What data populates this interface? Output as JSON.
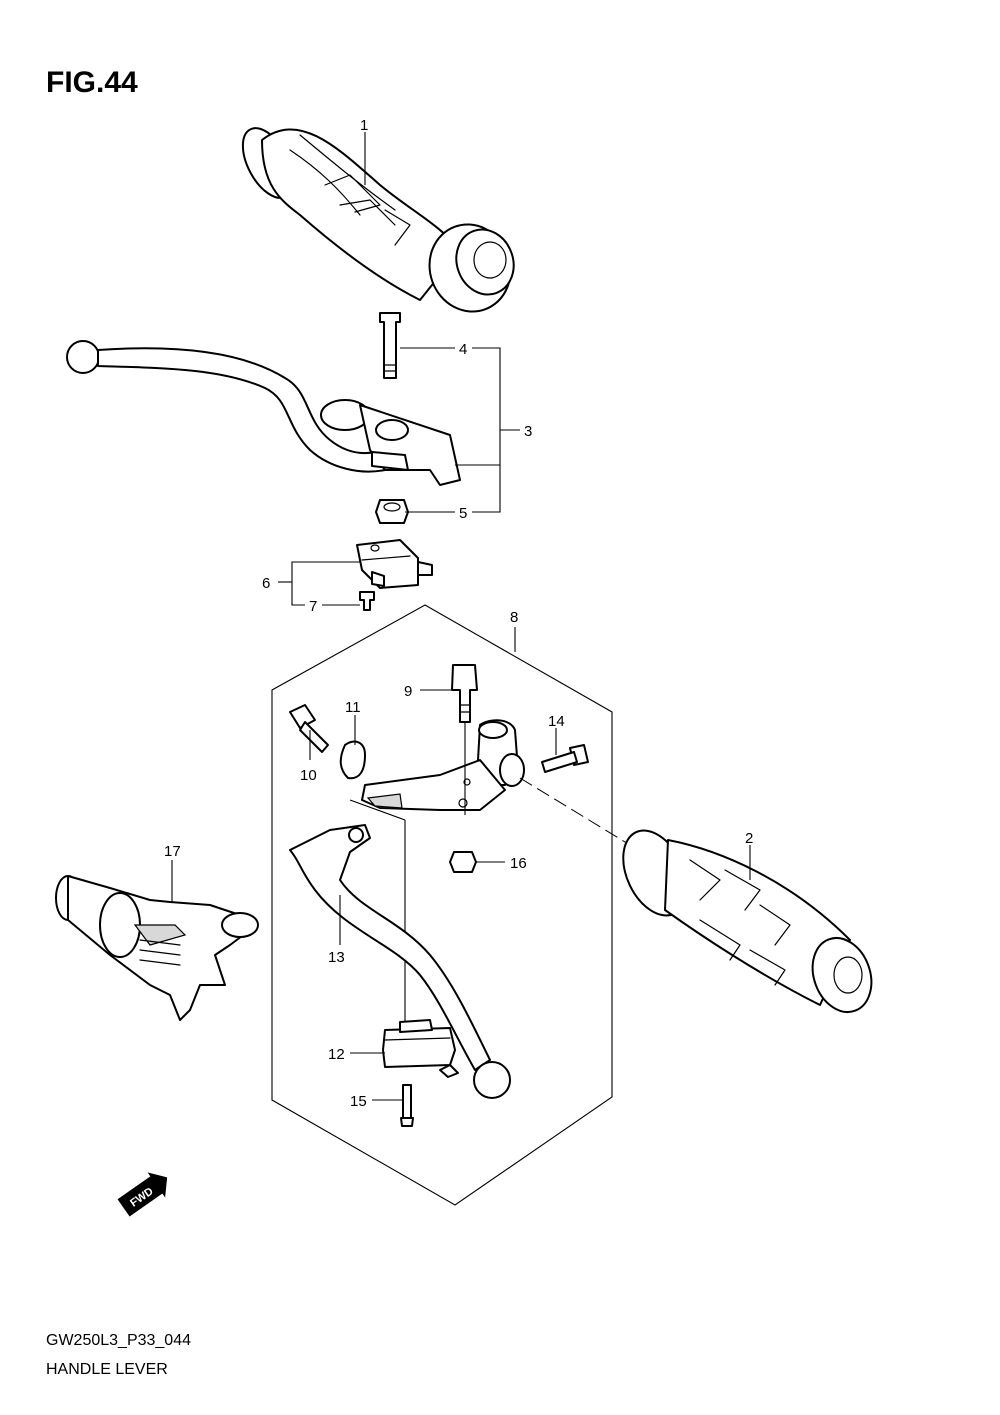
{
  "figure": {
    "title": "FIG.44",
    "code": "GW250L3_P33_044",
    "name": "HANDLE LEVER"
  },
  "callouts": [
    "1",
    "2",
    "3",
    "4",
    "5",
    "6",
    "7",
    "8",
    "9",
    "10",
    "11",
    "12",
    "13",
    "14",
    "15",
    "16",
    "17"
  ],
  "fwd_arrow": {
    "label": "FWD",
    "icon": "fwd-arrow-icon"
  },
  "colors": {
    "ink": "#000000",
    "paper": "#ffffff"
  }
}
